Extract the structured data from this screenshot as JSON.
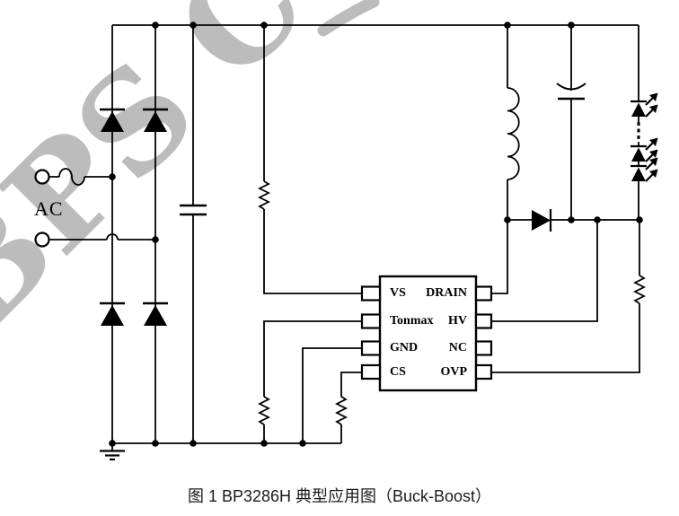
{
  "page": {
    "background": "#ffffff",
    "caption": "图 1 BP3286H 典型应用图（Buck-Boost）"
  },
  "watermark": {
    "text": "BPS Co",
    "color": "#bcbcbc"
  },
  "schematic": {
    "ac_label": "AC",
    "ic": {
      "pins_left": [
        "VS",
        "Tonmax",
        "GND",
        "CS"
      ],
      "pins_right": [
        "DRAIN",
        "HV",
        "NC",
        "OVP"
      ]
    },
    "colors": {
      "wire": "#000000",
      "background": "#ffffff",
      "watermark": "#bcbcbc"
    }
  }
}
